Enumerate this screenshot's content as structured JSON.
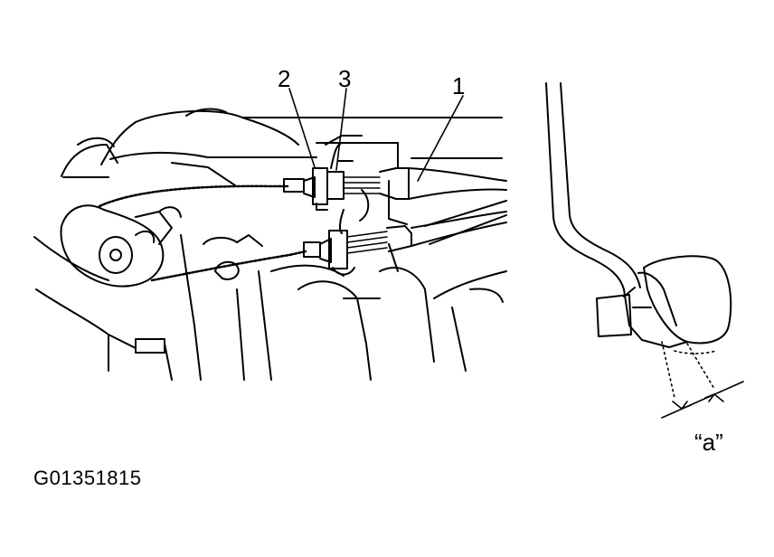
{
  "diagram": {
    "callouts": {
      "one": "1",
      "two": "2",
      "three": "3"
    },
    "pedal_dimension_label": "“a”",
    "figure_id": "G01351815"
  },
  "colors": {
    "ink": "#000000",
    "paper": "#ffffff"
  },
  "icons": {
    "engine_assembly": "engine-linework",
    "brake_pedal": "pedal-linework"
  }
}
